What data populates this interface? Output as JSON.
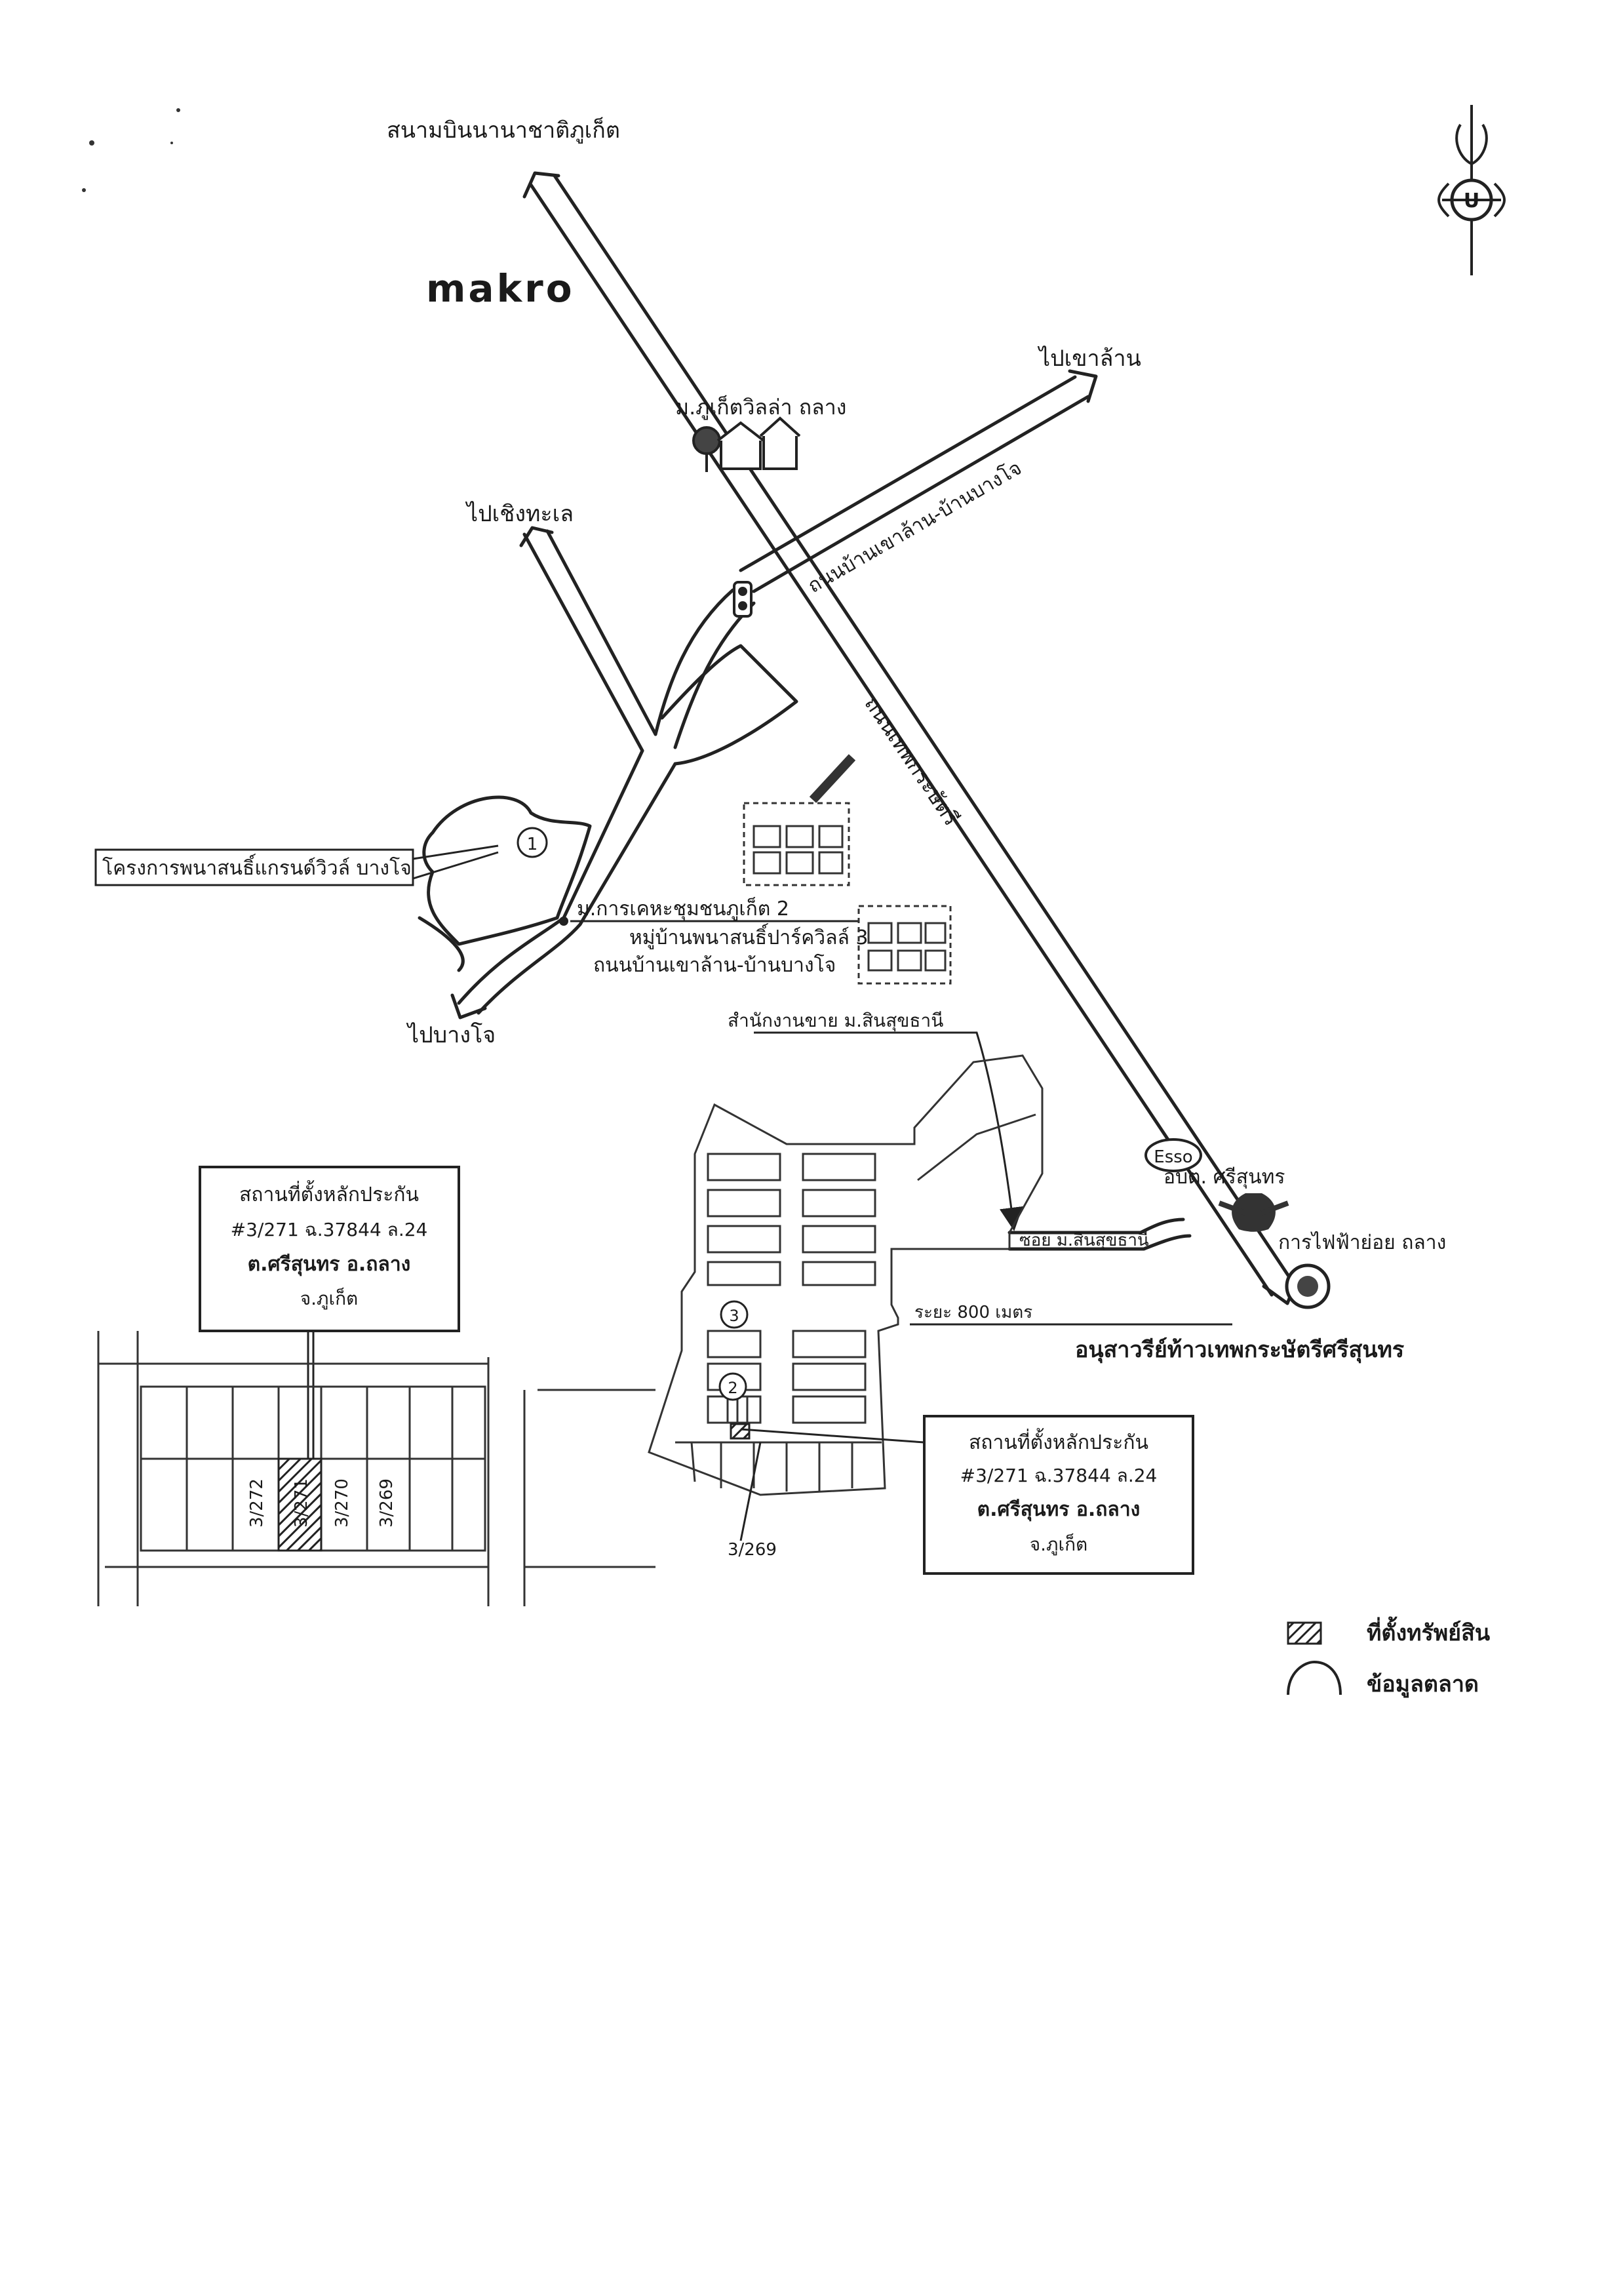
{
  "labels": {
    "airport": "สนามบินนานาชาติภูเก็ต",
    "makro": "makro",
    "to_khao_lan": "ไปเขาล้าน",
    "phuket_villa": "ม.ภูเก็ตวิลล่า ถลาง",
    "to_choeng_thale": "ไปเชิงทะเล",
    "road_khao_lan_bang_jo": "ถนนบ้านเขาล้าน-บ้านบางโจ",
    "road_thep_krasattri": "ถนนเทพกระษัตรี",
    "grand_ville_project": "โครงการพนาสนธิ์แกรนด์วิวล์ บางโจ",
    "community_housing": "ม.การเคหะชุมชนภูเก็ต 2",
    "park_ville_village": "หมู่บ้านพนาสนธิ์ปาร์ควิลล์ 3",
    "road_khao_lan_bang_jo_2": "ถนนบ้านเขาล้าน-บ้านบางโจ",
    "to_bang_jo": "ไปบางโจ",
    "sales_office": "สำนักงานขาย ม.สินสุขธานี",
    "esso": "Esso",
    "sao_srisoonthorn": "อบต. ศรีสุนทร",
    "pea_thalang": "การไฟฟ้าย่อย ถลาง",
    "soi_sinsuk": "ซอย ม.สินสุขธานี",
    "distance": "ระยะ 800 เมตร",
    "monument": "อนุสาวรีย์ท้าวเทพกระษัตรีศรีสุนทร",
    "compass": "U",
    "marker_1": "1",
    "marker_2": "2",
    "marker_3": "3",
    "lot_3_269_pointer": "3/269"
  },
  "collateral_box_1": {
    "line1": "สถานที่ตั้งหลักประกัน",
    "line2": "#3/271 ฉ.37844 ล.24",
    "line3": "ต.ศรีสุนทร อ.ถลาง",
    "line4": "จ.ภูเก็ต"
  },
  "collateral_box_2": {
    "line1": "สถานที่ตั้งหลักประกัน",
    "line2": "#3/271 ฉ.37844 ล.24",
    "line3": "ต.ศรีสุนทร อ.ถลาง",
    "line4": "จ.ภูเก็ต"
  },
  "lots": {
    "lot_272": "3/272",
    "lot_271": "3/271",
    "lot_270": "3/270",
    "lot_269": "3/269"
  },
  "legend": {
    "property_location": "ที่ตั้งทรัพย์สิน",
    "market_data": "ข้อมูลตลาด"
  }
}
